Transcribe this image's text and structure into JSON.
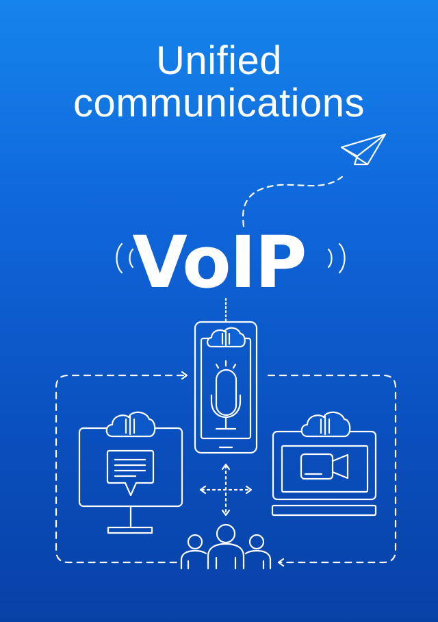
{
  "headline": {
    "line1": "Unified",
    "line2": "communications"
  },
  "badge": {
    "text": "VoIP"
  },
  "colors": {
    "background_top": "#1584ec",
    "background_bottom": "#0741a6",
    "line": "#ffffff"
  },
  "icons": [
    "paper-plane-icon",
    "wifi-waves-icon",
    "smartphone-icon",
    "microphone-icon",
    "cloud-icon",
    "desktop-monitor-icon",
    "chat-bubble-icon",
    "laptop-icon",
    "video-camera-icon",
    "people-group-icon",
    "move-arrows-icon"
  ]
}
